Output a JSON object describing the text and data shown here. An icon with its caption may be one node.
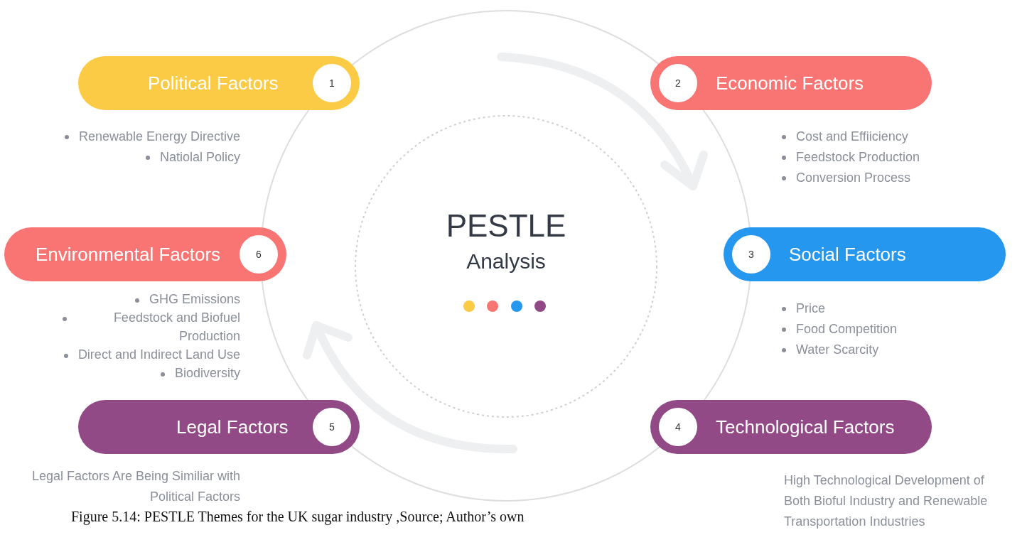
{
  "diagram": {
    "caption": "Figure 5.14: PESTLE Themes for the UK sugar industry ,Source; Author’s own",
    "nodes": [
      {
        "text": [
          "PESTLE",
          "Analysis"
        ]
      },
      {
        "text": [
          "Political Factors",
          "1"
        ],
        "beside": [
          "Renewable Energy Directive",
          "Natiolal Policy"
        ]
      },
      {
        "text": [
          "2",
          "Economic Factors"
        ],
        "beside": [
          "Cost and Effiiciency",
          "Feedstock Production",
          "Conversion Process"
        ]
      },
      {
        "text": [
          "3",
          "Social Factors"
        ],
        "beside": [
          "Price",
          "Food Competition",
          "Water Scarcity"
        ]
      },
      {
        "text": [
          "4",
          "Technological Factors"
        ],
        "beside": [
          "High Technological Development of Both Bioful Industry and Renewable Transportation Industries"
        ]
      },
      {
        "text": [
          "Legal Factors",
          "5"
        ],
        "beside": [
          "Legal Factors Are Being Similiar with Political Factors"
        ]
      },
      {
        "text": [
          "Environmental Factors",
          "6"
        ],
        "beside": [
          "GHG Emissions",
          "Feedstock and Biofuel Production",
          "Direct and Indirect Land Use",
          "Biodiversity"
        ]
      }
    ],
    "edges": []
  }
}
